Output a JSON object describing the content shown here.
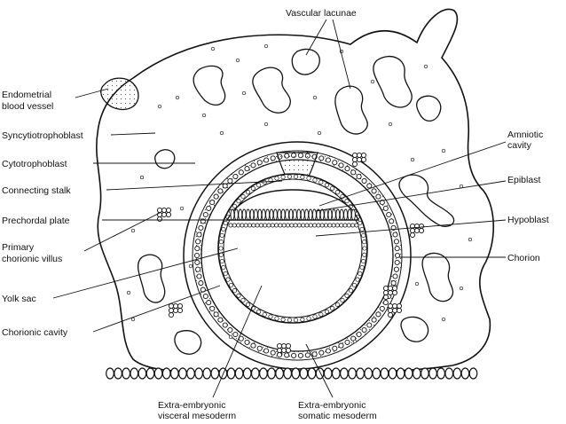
{
  "labels": {
    "vascular_lacunae": "Vascular lacunae",
    "endometrial_1": "Endometrial",
    "endometrial_2": "blood vessel",
    "syncytiotrophoblast": "Syncytiotrophoblast",
    "cytotrophoblast": "Cytotrophoblast",
    "connecting_stalk": "Connecting stalk",
    "prechordal_plate": "Prechordal plate",
    "primary_villus_1": "Primary",
    "primary_villus_2": "chorionic villus",
    "yolk_sac": "Yolk sac",
    "chorionic_cavity": "Chorionic cavity",
    "amniotic_1": "Amniotic",
    "amniotic_2": "cavity",
    "epiblast": "Epiblast",
    "hypoblast": "Hypoblast",
    "chorion": "Chorion",
    "visceral_1": "Extra-embryonic",
    "visceral_2": "visceral mesoderm",
    "somatic_1": "Extra-embryonic",
    "somatic_2": "somatic mesoderm"
  },
  "colors": {
    "ink": "#111111",
    "background": "#ffffff",
    "stipple": "#e6e6e6"
  }
}
